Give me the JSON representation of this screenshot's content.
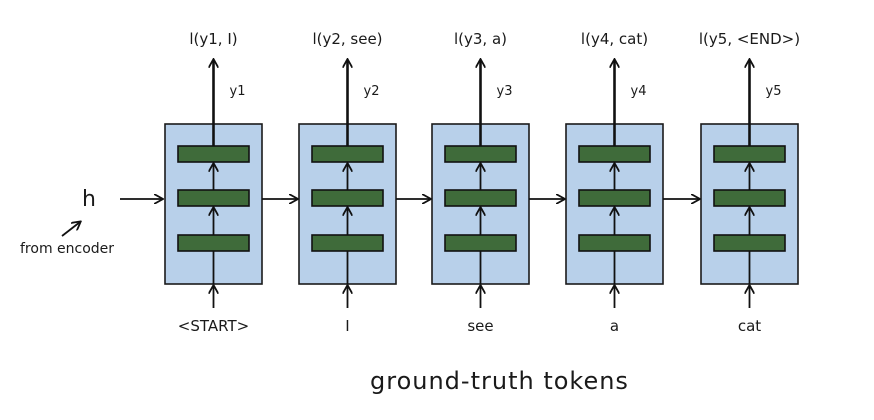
{
  "diagram": {
    "hidden_state_label": "h",
    "hidden_state_source": "from encoder",
    "footer_label": "ground-truth tokens",
    "colors": {
      "cell_fill": "#b8d0ea",
      "layer_fill": "#3f6b3a",
      "ink": "#1a1a1a"
    },
    "steps": [
      {
        "input_token": "<START>",
        "output_label": "y1",
        "loss_label": "l(y1, I)"
      },
      {
        "input_token": "I",
        "output_label": "y2",
        "loss_label": "l(y2, see)"
      },
      {
        "input_token": "see",
        "output_label": "y3",
        "loss_label": "l(y3, a)"
      },
      {
        "input_token": "a",
        "output_label": "y4",
        "loss_label": "l(y4, cat)"
      },
      {
        "input_token": "cat",
        "output_label": "y5",
        "loss_label": "l(y5, <END>)"
      }
    ]
  }
}
